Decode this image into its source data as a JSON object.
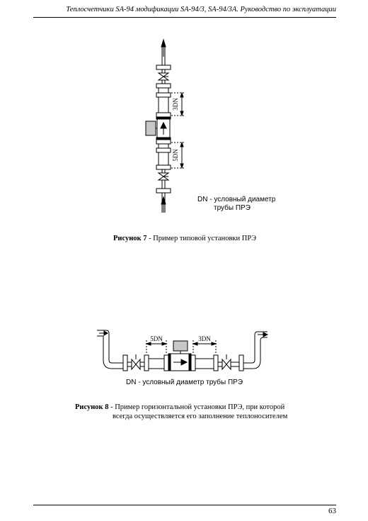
{
  "header": {
    "title": "Теплосчетчики SA-94 модификации SA-94/3, SA-94/3А. Руководство по эксплуатации"
  },
  "figure7": {
    "dim_upper": "3DN",
    "dim_lower": "5DN",
    "note_line1": "DN - условный диаметр",
    "note_line2": "трубы ПРЭ",
    "caption_label": "Рисунок 7",
    "caption_text": " - Пример типовой установки ПРЭ"
  },
  "figure8": {
    "dim_left": "5DN",
    "dim_right": "3DN",
    "note": "DN - условный диаметр трубы ПРЭ",
    "caption_label": "Рисунок 8",
    "caption_line1": " - Пример   горизонтальной   установки   ПРЭ, при которой",
    "caption_line2": "всегда  осуществляется его  заполнение  теплоносителем"
  },
  "footer": {
    "page_number": "63"
  }
}
